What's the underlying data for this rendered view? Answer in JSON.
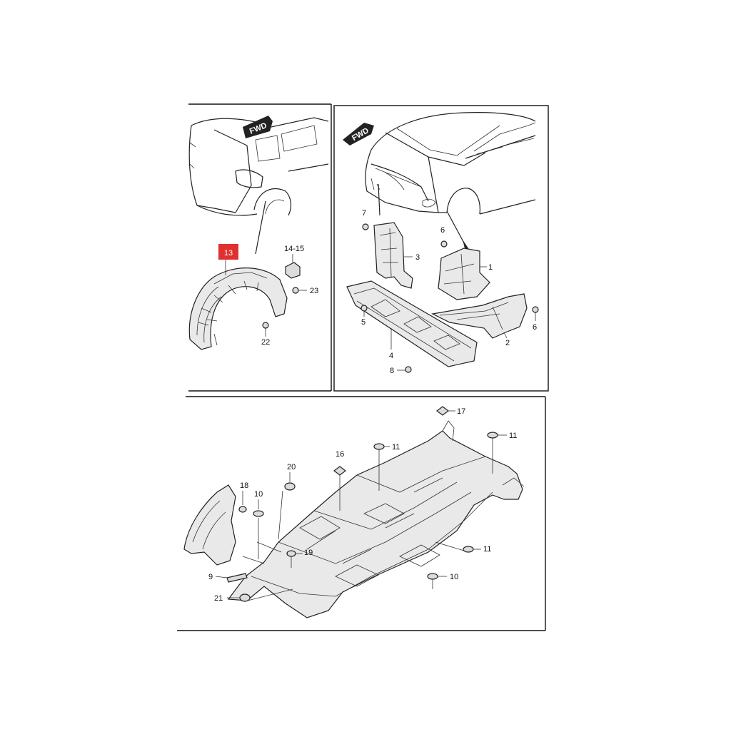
{
  "highlight": {
    "label": "13",
    "color": "#e03030"
  },
  "fwd_label": "FWD",
  "callouts": {
    "c14_15": "14-15",
    "c23": "23",
    "c22": "22",
    "c7": "7",
    "c3": "3",
    "c6a": "6",
    "c1": "1",
    "c6b": "6",
    "c2": "2",
    "c5": "5",
    "c4": "4",
    "c8": "8",
    "c17": "17",
    "c11a": "11",
    "c11b": "11",
    "c16": "16",
    "c20": "20",
    "c18": "18",
    "c10a": "10",
    "c19": "19",
    "c11c": "11",
    "c9": "9",
    "c10b": "10",
    "c21": "21"
  }
}
